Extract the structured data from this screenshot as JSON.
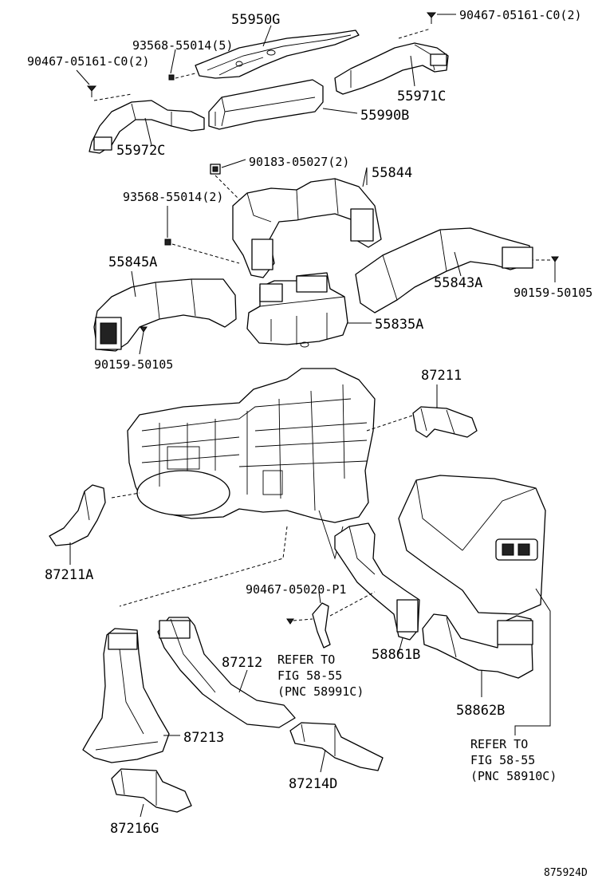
{
  "diagram": {
    "drawing_number": "875924D",
    "labels": {
      "p55950G": "55950G",
      "p90467_top_right": "90467-05161-C0(2)",
      "p93568_5": "93568-55014(5)",
      "p90467_top_left": "90467-05161-C0(2)",
      "p55971C": "55971C",
      "p55990B": "55990B",
      "p55972C": "55972C",
      "p90183": "90183-05027(2)",
      "p55844": "55844",
      "p93568_2": "93568-55014(2)",
      "p55845A": "55845A",
      "p55843A": "55843A",
      "p90159_right": "90159-50105",
      "p55835A": "55835A",
      "p90159_left": "90159-50105",
      "p87211": "87211",
      "p87211A": "87211A",
      "p90467_0502": "90467-05020-P1",
      "refer1_l1": "REFER TO",
      "refer1_l2": "FIG 58-55",
      "refer1_l3": "(PNC 58991C)",
      "p87212": "87212",
      "p58861B": "58861B",
      "p58862B": "58862B",
      "refer2_l1": "REFER TO",
      "refer2_l2": "FIG 58-55",
      "refer2_l3": "(PNC 58910C)",
      "p87213": "87213",
      "p87214D": "87214D",
      "p87216G": "87216G"
    }
  }
}
